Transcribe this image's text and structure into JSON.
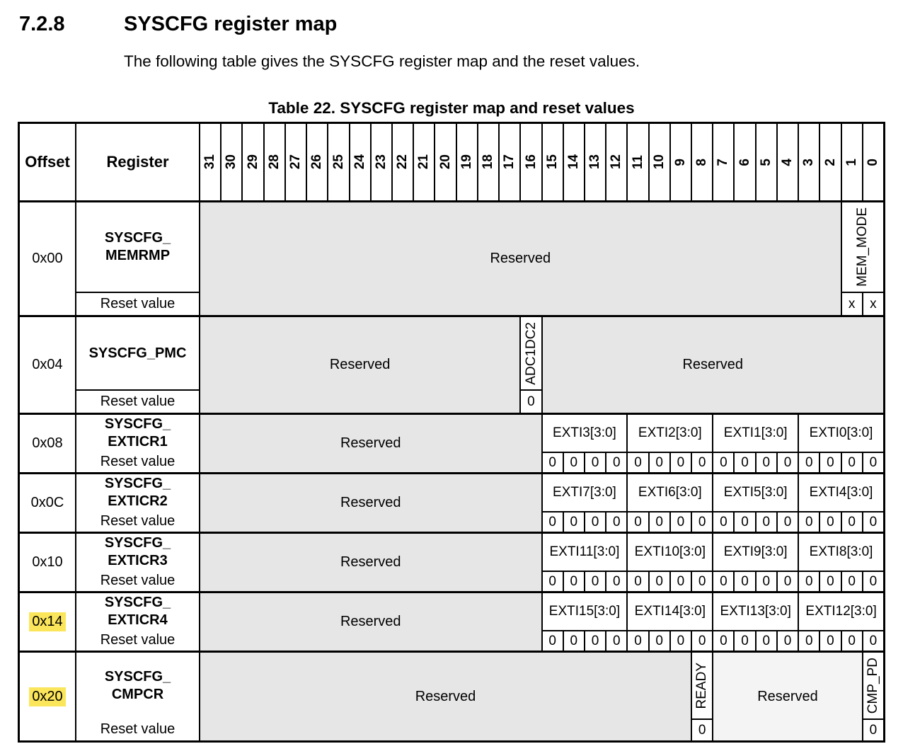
{
  "page": {
    "section_number": "7.2.8",
    "section_title": "SYSCFG register map",
    "intro": "The following table gives the SYSCFG register map and the reset values.",
    "table_caption": "Table 22. SYSCFG register map and reset values"
  },
  "table": {
    "offset_header": "Offset",
    "register_header": "Register",
    "bits": [
      31,
      30,
      29,
      28,
      27,
      26,
      25,
      24,
      23,
      22,
      21,
      20,
      19,
      18,
      17,
      16,
      15,
      14,
      13,
      12,
      11,
      10,
      9,
      8,
      7,
      6,
      5,
      4,
      3,
      2,
      1,
      0
    ],
    "reset_label": "Reset value",
    "colors": {
      "reserved": "#e6e6e6",
      "reserved_light": "#f4f4f4",
      "highlight": "#fbe55a",
      "border": "#000000"
    },
    "rows": [
      {
        "offset": "0x00",
        "highlight": false,
        "name_lines": [
          "SYSCFG_",
          "MEMRMP"
        ],
        "separator": true,
        "heights": [
          126,
          33
        ],
        "segments": [
          {
            "kind": "reserved",
            "span": 30,
            "label": "Reserved"
          },
          {
            "kind": "field",
            "span": 2,
            "label": "MEM_MODE",
            "rotated": true,
            "resets": [
              "x",
              "x"
            ]
          }
        ]
      },
      {
        "offset": "0x04",
        "highlight": false,
        "name_lines": [
          "SYSCFG_PMC"
        ],
        "separator": true,
        "heights": [
          102,
          33
        ],
        "segments": [
          {
            "kind": "reserved",
            "span": 15,
            "label": "Reserved"
          },
          {
            "kind": "field",
            "span": 1,
            "label": "ADC1DC2",
            "rotated": true,
            "resets": [
              "0"
            ]
          },
          {
            "kind": "reserved",
            "span": 16,
            "label": "Reserved"
          }
        ]
      },
      {
        "offset": "0x08",
        "highlight": false,
        "name_lines": [
          "SYSCFG_",
          "EXTICR1"
        ],
        "separator": false,
        "heights": [
          52,
          29
        ],
        "segments": [
          {
            "kind": "reserved",
            "span": 16,
            "label": "Reserved"
          },
          {
            "kind": "field",
            "span": 4,
            "label": "EXTI3[3:0]",
            "resets": [
              "0",
              "0",
              "0",
              "0"
            ]
          },
          {
            "kind": "field",
            "span": 4,
            "label": "EXTI2[3:0]",
            "resets": [
              "0",
              "0",
              "0",
              "0"
            ]
          },
          {
            "kind": "field",
            "span": 4,
            "label": "EXTI1[3:0]",
            "resets": [
              "0",
              "0",
              "0",
              "0"
            ]
          },
          {
            "kind": "field",
            "span": 4,
            "label": "EXTI0[3:0]",
            "resets": [
              "0",
              "0",
              "0",
              "0"
            ]
          }
        ]
      },
      {
        "offset": "0x0C",
        "highlight": false,
        "name_lines": [
          "SYSCFG_",
          "EXTICR2"
        ],
        "separator": false,
        "heights": [
          52,
          29
        ],
        "segments": [
          {
            "kind": "reserved",
            "span": 16,
            "label": "Reserved"
          },
          {
            "kind": "field",
            "span": 4,
            "label": "EXTI7[3:0]",
            "resets": [
              "0",
              "0",
              "0",
              "0"
            ]
          },
          {
            "kind": "field",
            "span": 4,
            "label": "EXTI6[3:0]",
            "resets": [
              "0",
              "0",
              "0",
              "0"
            ]
          },
          {
            "kind": "field",
            "span": 4,
            "label": "EXTI5[3:0]",
            "resets": [
              "0",
              "0",
              "0",
              "0"
            ]
          },
          {
            "kind": "field",
            "span": 4,
            "label": "EXTI4[3:0]",
            "resets": [
              "0",
              "0",
              "0",
              "0"
            ]
          }
        ]
      },
      {
        "offset": "0x10",
        "highlight": false,
        "name_lines": [
          "SYSCFG_",
          "EXTICR3"
        ],
        "separator": false,
        "heights": [
          52,
          29
        ],
        "segments": [
          {
            "kind": "reserved",
            "span": 16,
            "label": "Reserved"
          },
          {
            "kind": "field",
            "span": 4,
            "label": "EXTI11[3:0]",
            "resets": [
              "0",
              "0",
              "0",
              "0"
            ]
          },
          {
            "kind": "field",
            "span": 4,
            "label": "EXTI10[3:0]",
            "resets": [
              "0",
              "0",
              "0",
              "0"
            ]
          },
          {
            "kind": "field",
            "span": 4,
            "label": "EXTI9[3:0]",
            "resets": [
              "0",
              "0",
              "0",
              "0"
            ]
          },
          {
            "kind": "field",
            "span": 4,
            "label": "EXTI8[3:0]",
            "resets": [
              "0",
              "0",
              "0",
              "0"
            ]
          }
        ]
      },
      {
        "offset": "0x14",
        "highlight": true,
        "name_lines": [
          "SYSCFG_",
          "EXTICR4"
        ],
        "separator": false,
        "heights": [
          52,
          29
        ],
        "segments": [
          {
            "kind": "reserved",
            "span": 16,
            "label": "Reserved"
          },
          {
            "kind": "field",
            "span": 4,
            "label": "EXTI15[3:0]",
            "resets": [
              "0",
              "0",
              "0",
              "0"
            ]
          },
          {
            "kind": "field",
            "span": 4,
            "label": "EXTI14[3:0]",
            "resets": [
              "0",
              "0",
              "0",
              "0"
            ]
          },
          {
            "kind": "field",
            "span": 4,
            "label": "EXTI13[3:0]",
            "resets": [
              "0",
              "0",
              "0",
              "0"
            ]
          },
          {
            "kind": "field",
            "span": 4,
            "label": "EXTI12[3:0]",
            "resets": [
              "0",
              "0",
              "0",
              "0"
            ]
          }
        ]
      },
      {
        "offset": "0x20",
        "highlight": true,
        "name_lines": [
          "SYSCFG_",
          "CMPCR"
        ],
        "separator": false,
        "heights": [
          93,
          31
        ],
        "segments": [
          {
            "kind": "reserved",
            "span": 23,
            "label": "Reserved"
          },
          {
            "kind": "field",
            "span": 1,
            "label": "READY",
            "rotated": true,
            "resets": [
              "0"
            ]
          },
          {
            "kind": "reserved",
            "span": 7,
            "label": "Reserved",
            "light": true
          },
          {
            "kind": "field",
            "span": 1,
            "label": "CMP_PD",
            "rotated": true,
            "resets": [
              "0"
            ]
          }
        ]
      }
    ]
  }
}
